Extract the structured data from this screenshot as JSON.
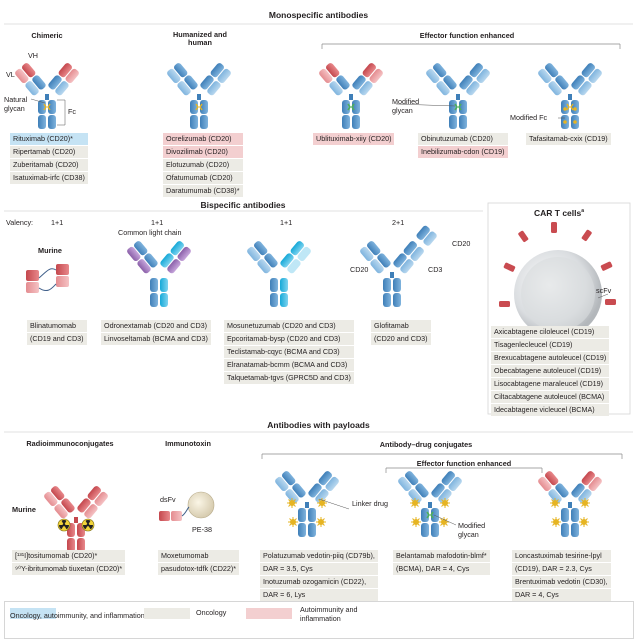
{
  "sections": {
    "monospecific": "Monospecific antibodies",
    "bispecific": "Bispecific antibodies",
    "car_t": "CAR T cells",
    "car_t_sup": "a",
    "payloads": "Antibodies with payloads"
  },
  "mono": {
    "chimeric": "Chimeric",
    "humanized": "Humanized and human",
    "effector": "Effector function enhanced",
    "labels": {
      "vh": "VH",
      "vl": "VL",
      "natural_glycan": "Natural glycan",
      "fc": "Fc",
      "modified_glycan": "Modified glycan",
      "modified_fc": "Modified Fc"
    },
    "chimeric_drugs": [
      {
        "text": "Rituximab (CD20)*",
        "color": "blue"
      },
      {
        "text": "Ripertamab (CD20)",
        "color": "gray"
      },
      {
        "text": "Zuberitamab (CD20)",
        "color": "gray"
      },
      {
        "text": "Isatuximab-irfc (CD38)",
        "color": "gray"
      }
    ],
    "humanized_drugs": [
      {
        "text": "Ocrelizumab (CD20)",
        "color": "pink"
      },
      {
        "text": "Divozilimab (CD20)",
        "color": "pink"
      },
      {
        "text": "Elotuzumab (CD20)",
        "color": "gray"
      },
      {
        "text": "Ofatumumab (CD20)",
        "color": "gray"
      },
      {
        "text": "Daratumumab (CD38)*",
        "color": "gray"
      }
    ],
    "effector_drugs_1": [
      {
        "text": "Ublituximab-xiiy (CD20)",
        "color": "pink"
      }
    ],
    "effector_drugs_2": [
      {
        "text": "Obinutuzumab (CD20)",
        "color": "gray"
      },
      {
        "text": "Inebilizumab-cdon (CD19)",
        "color": "pink"
      }
    ],
    "effector_drugs_3": [
      {
        "text": "Tafasitamab-cxix (CD19)",
        "color": "gray"
      }
    ]
  },
  "bi": {
    "valency_label": "Valency:",
    "valencies": [
      "1+1",
      "1+1",
      "1+1",
      "2+1"
    ],
    "murine": "Murine",
    "common_light_chain": "Common light chain",
    "cd20": "CD20",
    "cd3": "CD3",
    "col1": [
      {
        "text": "Blinatumomab",
        "color": "gray"
      },
      {
        "text": "(CD19 and CD3)",
        "color": "gray"
      }
    ],
    "col2": [
      {
        "text": "Odronextamab (CD20 and CD3)",
        "color": "gray"
      },
      {
        "text": "Linvoseltamab (BCMA and CD3)",
        "color": "gray"
      }
    ],
    "col3": [
      {
        "text": "Mosunetuzumab (CD20 and CD3)",
        "color": "gray"
      },
      {
        "text": "Epcoritamab-bysp (CD20 and CD3)",
        "color": "gray"
      },
      {
        "text": "Teclistamab-cqyc (BCMA and CD3)",
        "color": "gray"
      },
      {
        "text": "Elranatamab-bcmm (BCMA and CD3)",
        "color": "gray"
      },
      {
        "text": "Talquetamab-tgvs (GPRC5D and CD3)",
        "color": "gray"
      }
    ],
    "col4": [
      {
        "text": "Glofitamab",
        "color": "gray"
      },
      {
        "text": "(CD20 and CD3)",
        "color": "gray"
      }
    ]
  },
  "cart": {
    "scfv": "scFv",
    "drugs": [
      {
        "text": "Axicabtagene ciloleucel (CD19)",
        "color": "gray"
      },
      {
        "text": "Tisagenlecleucel (CD19)",
        "color": "gray"
      },
      {
        "text": "Brexucabtagene autoleucel (CD19)",
        "color": "gray"
      },
      {
        "text": "Obecabtagene autoleucel (CD19)",
        "color": "gray"
      },
      {
        "text": "Lisocabtagene maraleucel (CD19)",
        "color": "gray"
      },
      {
        "text": "Ciltacabtagene autoleucel (BCMA)",
        "color": "gray"
      },
      {
        "text": "Idecabtagene vicleucel (BCMA)",
        "color": "gray"
      }
    ]
  },
  "payload": {
    "radio": "Radioimmunoconjugates",
    "immunotoxin": "Immunotoxin",
    "adc": "Antibody–drug conjugates",
    "effector": "Effector function enhanced",
    "murine": "Murine",
    "dsfv": "dsFv",
    "pe38": "PE-38",
    "linker_drug": "Linker drug",
    "modified_glycan": "Modified glycan",
    "radio_drugs": [
      {
        "text": "[¹³¹I]tositumomab (CD20)*",
        "color": "gray"
      },
      {
        "text": "⁹⁰Y-ibritumomab tiuxetan (CD20)*",
        "color": "gray"
      }
    ],
    "immunotoxin_drugs": [
      {
        "text": "Moxetumomab",
        "color": "gray"
      },
      {
        "text": "pasudotox-tdfk (CD22)*",
        "color": "gray"
      }
    ],
    "adc1": [
      {
        "text": "Polatuzumab vedotin-piiq (CD79b),",
        "color": "gray"
      },
      {
        "text": "DAR = 3.5, Cys",
        "color": "gray"
      },
      {
        "text": "Inotuzumab ozogamicin (CD22),",
        "color": "gray"
      },
      {
        "text": "DAR = 6, Lys",
        "color": "gray"
      }
    ],
    "adc2": [
      {
        "text": "Belantamab mafodotin-blmf*",
        "color": "gray"
      },
      {
        "text": "(BCMA), DAR = 4, Cys",
        "color": "gray"
      }
    ],
    "adc3": [
      {
        "text": "Loncastuximab tesirine-lpyl",
        "color": "gray"
      },
      {
        "text": "(CD19), DAR = 2.3, Cys",
        "color": "gray"
      },
      {
        "text": "Brentuximab vedotin (CD30),",
        "color": "gray"
      },
      {
        "text": "DAR = 4, Cys",
        "color": "gray"
      }
    ]
  },
  "legend": [
    {
      "text": "Oncology, autoimmunity, and inflammation",
      "color": "#c5e3f4"
    },
    {
      "text": "Oncology",
      "color": "#ecebe5"
    },
    {
      "text": "Autoimmunity and inflammation",
      "color": "#f3cfd0"
    }
  ]
}
